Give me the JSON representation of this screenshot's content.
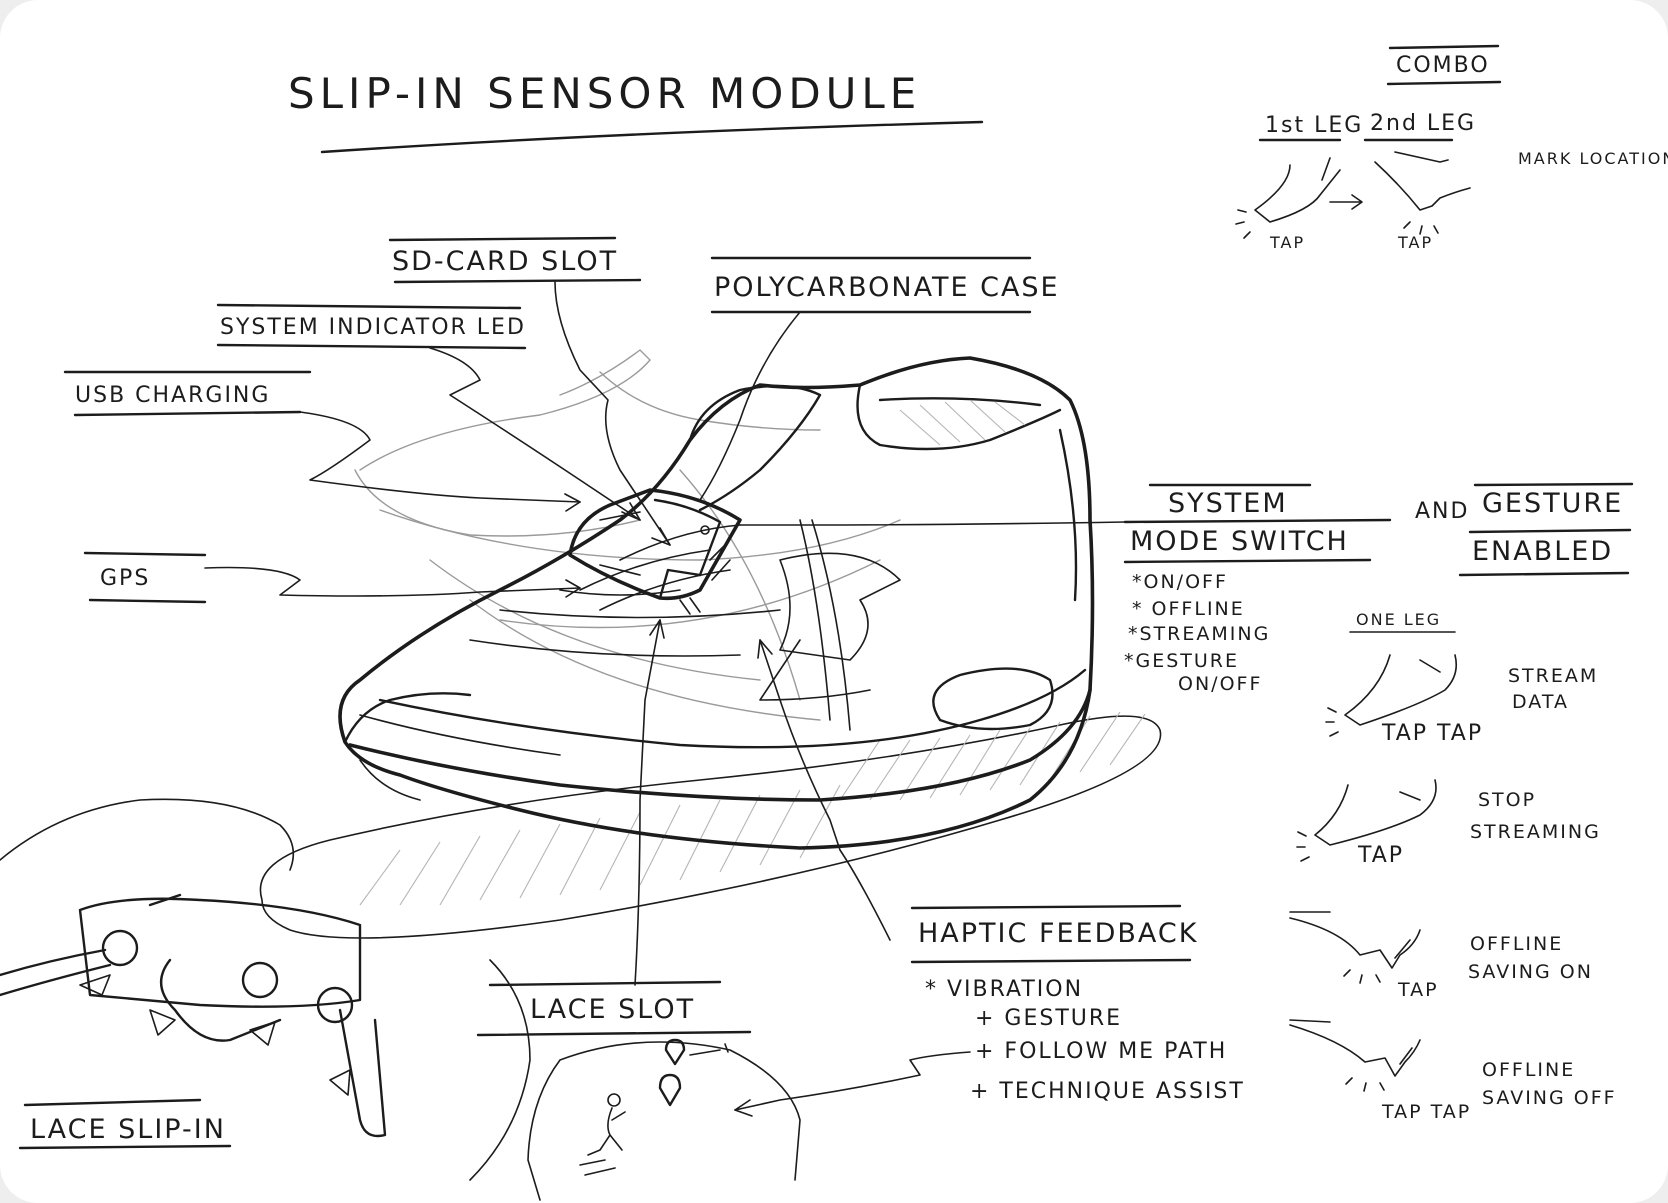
{
  "title": "SLIP-IN SENSOR MODULE",
  "callouts": {
    "sd_card_slot": "SD-CARD SLOT",
    "system_indicator_led": "SYSTEM INDICATOR LED",
    "polycarbonate_case": "POLYCARBONATE CASE",
    "usb_charging": "USB CHARGING",
    "gps": "GPS",
    "haptic_feedback": "HAPTIC FEEDBACK",
    "lace_slot": "LACE SLOT",
    "lace_slip_in": "LACE SLIP-IN"
  },
  "mode_switch": {
    "line1": "SYSTEM",
    "line2": "MODE SWITCH",
    "options": [
      "*ON/OFF",
      "* OFFLINE",
      "*STREAMING",
      "*GESTURE",
      "ON/OFF"
    ]
  },
  "and_label": "AND",
  "gesture": {
    "line1": "GESTURE",
    "line2": "ENABLED",
    "one_leg": "ONE LEG",
    "items": [
      {
        "tap": "TAP TAP",
        "action1": "STREAM",
        "action2": "DATA"
      },
      {
        "tap": "TAP",
        "action1": "STOP",
        "action2": "STREAMING"
      },
      {
        "tap": "TAP",
        "action1": "OFFLINE",
        "action2": "SAVING  ON"
      },
      {
        "tap": "TAP TAP",
        "action1": "OFFLINE",
        "action2": "SAVING  OFF"
      }
    ]
  },
  "combo": {
    "title": "COMBO",
    "first_leg": "1st LEG",
    "second_leg": "2nd LEG",
    "tap1": "TAP",
    "tap2": "TAP",
    "mark_location": "MARK LOCATION"
  },
  "haptic_items": [
    "* VIBRATION",
    "+ GESTURE",
    "+ FOLLOW ME PATH",
    "+ TECHNIQUE ASSIST"
  ]
}
